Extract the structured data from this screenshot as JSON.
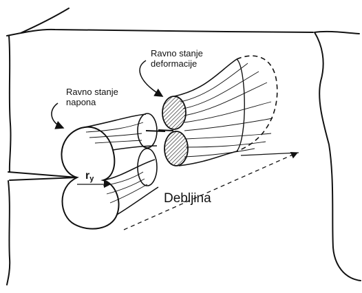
{
  "labels": {
    "plane_strain_line1": "Ravno stanje",
    "plane_strain_line2": "deformacije",
    "plane_stress_line1": "Ravno stanje",
    "plane_stress_line2": "napona",
    "thickness": "Debljina",
    "plastic_zone_radius_main": "r",
    "plastic_zone_radius_sub": "y"
  },
  "colors": {
    "ink": "#111111",
    "background": "#ffffff"
  }
}
